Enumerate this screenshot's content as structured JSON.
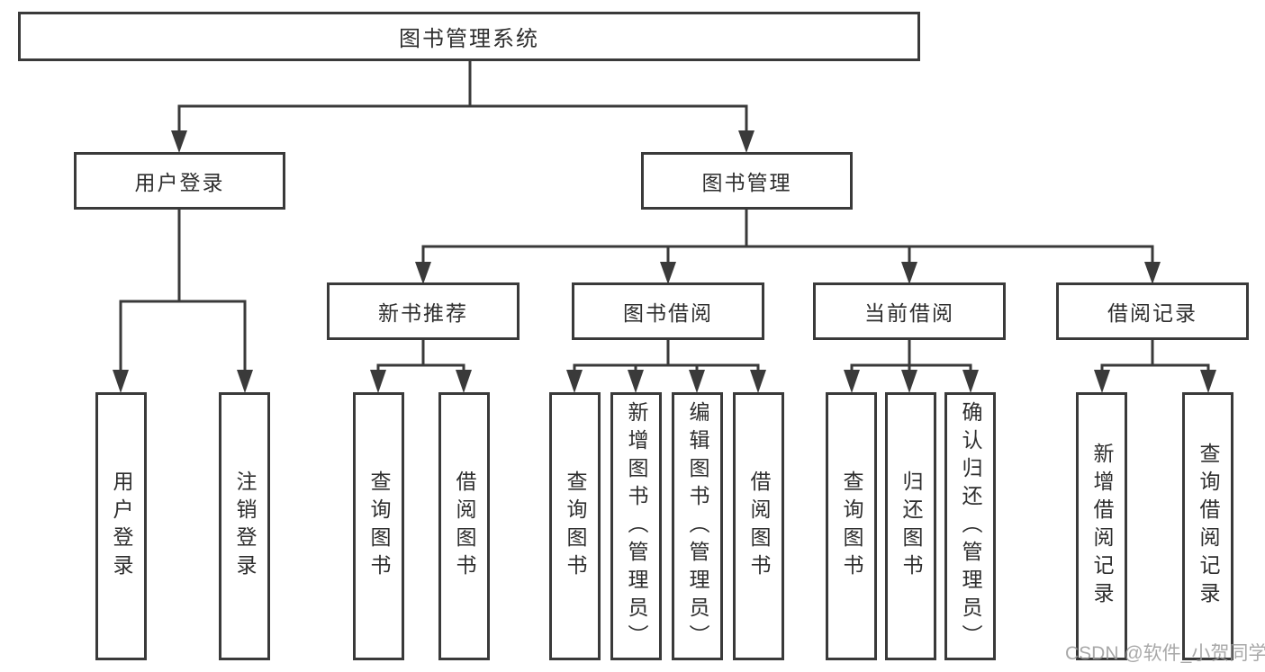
{
  "diagram_type": "functional-structure-tree",
  "tree": {
    "label": "图书管理系统",
    "children": [
      {
        "label": "用户登录",
        "children": [
          {
            "label": "用户登录"
          },
          {
            "label": "注销登录"
          }
        ]
      },
      {
        "label": "图书管理",
        "children": [
          {
            "label": "新书推荐",
            "children": [
              {
                "label": "查询图书"
              },
              {
                "label": "借阅图书"
              }
            ]
          },
          {
            "label": "图书借阅",
            "children": [
              {
                "label": "查询图书"
              },
              {
                "label": "新增图书（管理员）"
              },
              {
                "label": "编辑图书（管理员）"
              },
              {
                "label": "借阅图书"
              }
            ]
          },
          {
            "label": "当前借阅",
            "children": [
              {
                "label": "查询图书"
              },
              {
                "label": "归还图书"
              },
              {
                "label": "确认归还（管理员）"
              }
            ]
          },
          {
            "label": "借阅记录",
            "children": [
              {
                "label": "新增借阅记录"
              },
              {
                "label": "查询借阅记录"
              }
            ]
          }
        ]
      }
    ]
  },
  "watermark": {
    "text": "CSDN @软件_小贺同学"
  },
  "colors": {
    "line": "#3a3a3a",
    "text": "#2e2e2e",
    "background": "#ffffff",
    "watermark": "#9a9a9a"
  }
}
